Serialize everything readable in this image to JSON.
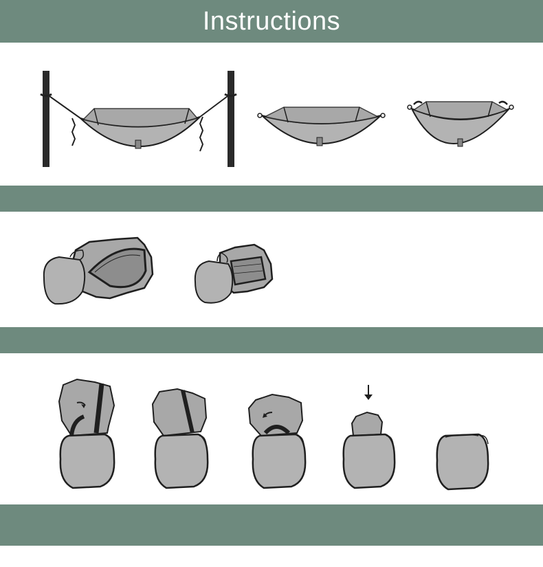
{
  "header": {
    "title": "Instructions"
  },
  "colors": {
    "band": "#6e8a7e",
    "fabric": "#b3b3b3",
    "mesh": "#9a9a9a",
    "outline": "#1f1f1f",
    "background": "#ffffff"
  },
  "sections": [
    {
      "name": "hang-hammock",
      "illustrations": [
        "hammock-hung-between-trees",
        "hammock-detached",
        "hammock-mesh-flipped"
      ]
    },
    {
      "name": "stuff-into-pouch",
      "illustrations": [
        "hammock-bundle-large",
        "hammock-bundle-small"
      ]
    },
    {
      "name": "pack-away",
      "illustrations": [
        "pack-step-1",
        "pack-step-2",
        "pack-step-3",
        "pack-step-4",
        "pack-step-5"
      ]
    }
  ]
}
